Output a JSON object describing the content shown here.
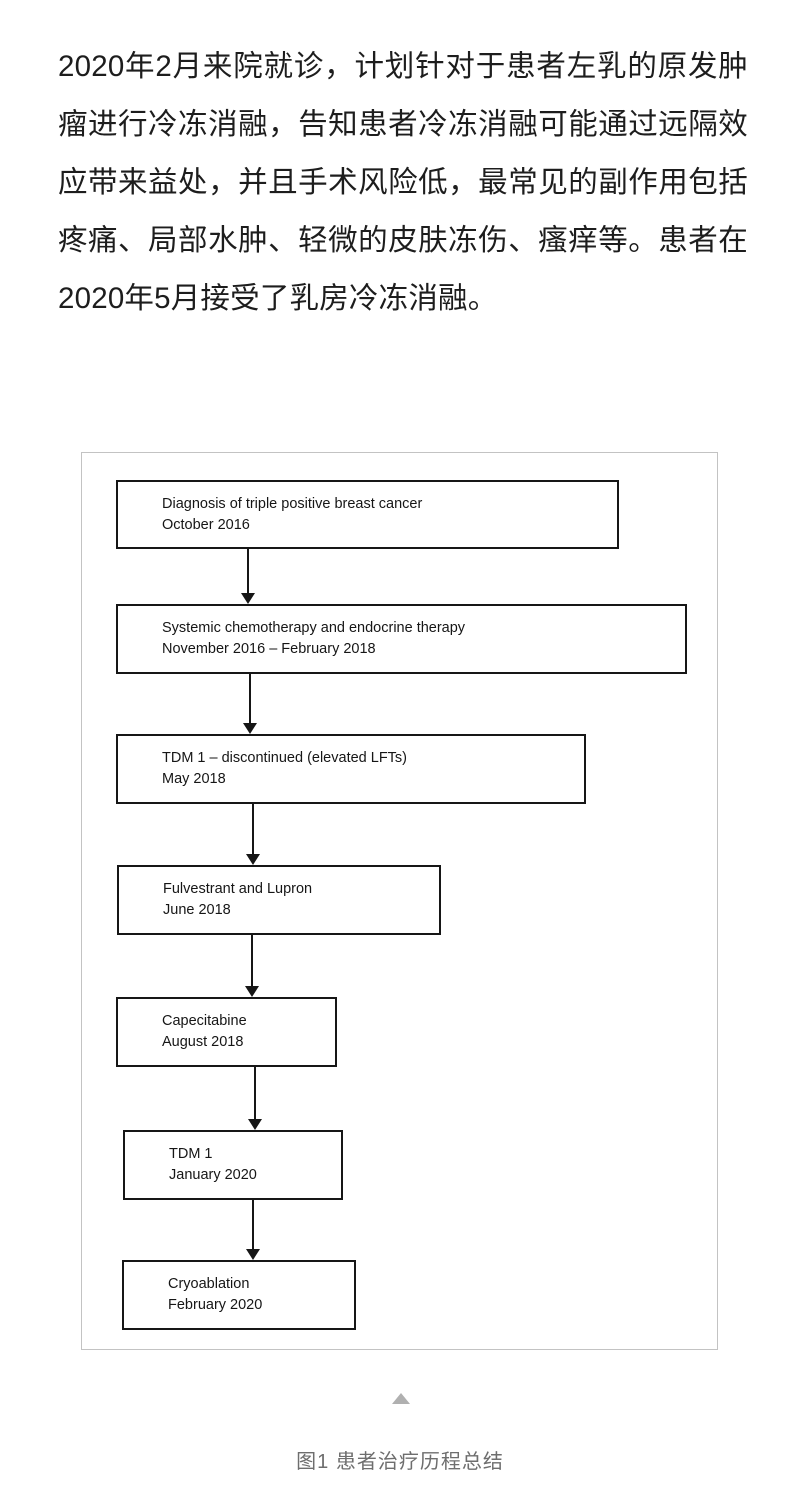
{
  "article": {
    "paragraph": "2020年2月来院就诊，计划针对于患者左乳的原发肿瘤进行冷冻消融，告知患者冷冻消融可能通过远隔效应带来益处，并且手术风险低，最常见的副作用包括疼痛、局部水肿、轻微的皮肤冻伤、瘙痒等。患者在2020年5月接受了乳房冷冻消融。"
  },
  "figure": {
    "caption": "图1  患者治疗历程总结",
    "collapse_icon": "triangle-up-icon",
    "frame_border_color": "#c3c3c3",
    "box_border_color": "#161616",
    "text_color": "#161616"
  },
  "chart_data": {
    "type": "diagram",
    "title": "图1  患者治疗历程总结",
    "orientation": "vertical-flowchart",
    "nodes": [
      {
        "id": "node-1",
        "label": "Diagnosis of triple positive breast cancer",
        "date": "October 2016"
      },
      {
        "id": "node-2",
        "label": "Systemic chemotherapy and endocrine therapy",
        "date": "November 2016 – February 2018"
      },
      {
        "id": "node-3",
        "label": "TDM 1 – discontinued (elevated LFTs)",
        "date": "May 2018"
      },
      {
        "id": "node-4",
        "label": "Fulvestrant and Lupron",
        "date": "June 2018"
      },
      {
        "id": "node-5",
        "label": "Capecitabine",
        "date": "August 2018"
      },
      {
        "id": "node-6",
        "label": "TDM 1",
        "date": "January 2020"
      },
      {
        "id": "node-7",
        "label": "Cryoablation",
        "date": "February 2020"
      }
    ],
    "edges": [
      {
        "from": "node-1",
        "to": "node-2"
      },
      {
        "from": "node-2",
        "to": "node-3"
      },
      {
        "from": "node-3",
        "to": "node-4"
      },
      {
        "from": "node-4",
        "to": "node-5"
      },
      {
        "from": "node-5",
        "to": "node-6"
      },
      {
        "from": "node-6",
        "to": "node-7"
      }
    ]
  }
}
